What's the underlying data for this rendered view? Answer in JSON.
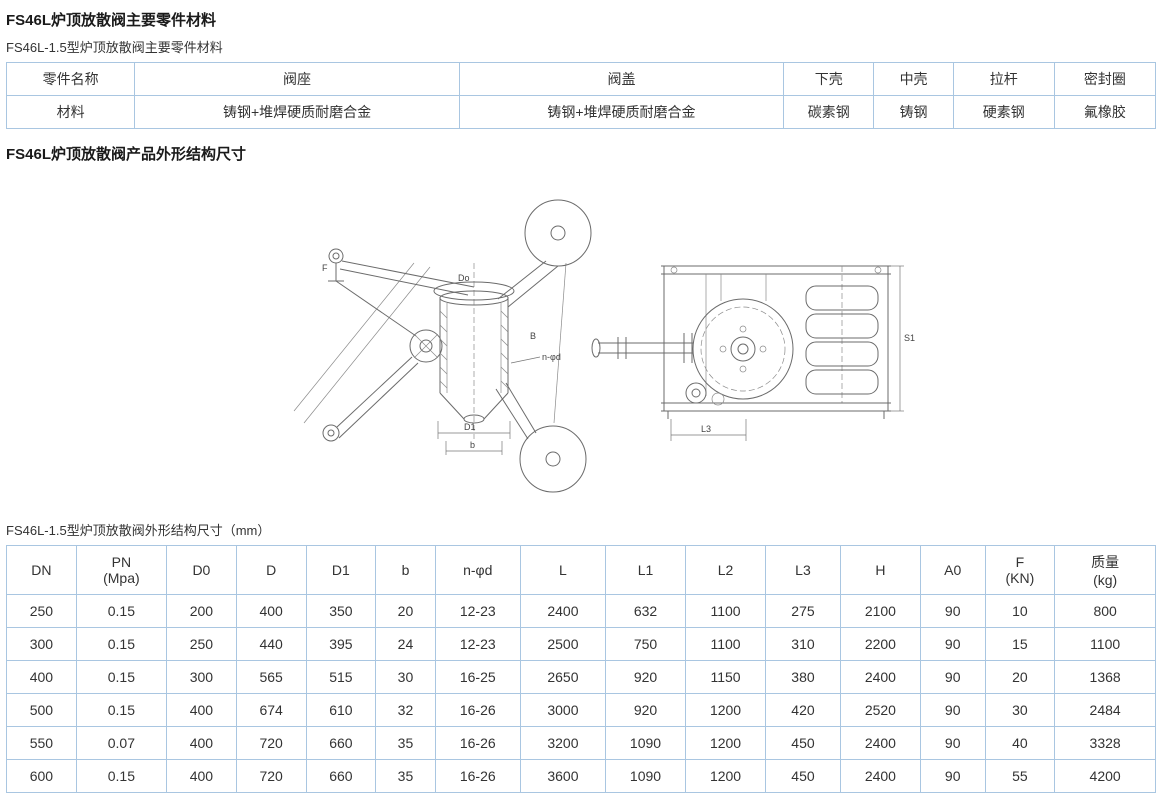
{
  "page": {
    "title1": "FS46L炉顶放散阀主要零件材料",
    "subtitle1": "FS46L-1.5型炉顶放散阀主要零件材料",
    "title2": "FS46L炉顶放散阀产品外形结构尺寸",
    "subtitle2": "FS46L-1.5型炉顶放散阀外形结构尺寸（mm）"
  },
  "materials_table": {
    "rows": [
      [
        "零件名称",
        "阀座",
        "阀盖",
        "下壳",
        "中壳",
        "拉杆",
        "密封圈"
      ],
      [
        "材料",
        "铸钢+堆焊硬质耐磨合金",
        "铸钢+堆焊硬质耐磨合金",
        "碳素钢",
        "铸钢",
        "硬素钢",
        "氟橡胶"
      ]
    ]
  },
  "dimensions_table": {
    "headers": [
      "DN",
      "PN\n(Mpa)",
      "D0",
      "D",
      "D1",
      "b",
      "n-φd",
      "L",
      "L1",
      "L2",
      "L3",
      "H",
      "A0",
      "F\n(KN)",
      "质量\n(kg)"
    ],
    "rows": [
      [
        "250",
        "0.15",
        "200",
        "400",
        "350",
        "20",
        "12-23",
        "2400",
        "632",
        "1100",
        "275",
        "2100",
        "90",
        "10",
        "800"
      ],
      [
        "300",
        "0.15",
        "250",
        "440",
        "395",
        "24",
        "12-23",
        "2500",
        "750",
        "1100",
        "310",
        "2200",
        "90",
        "15",
        "1100"
      ],
      [
        "400",
        "0.15",
        "300",
        "565",
        "515",
        "30",
        "16-25",
        "2650",
        "920",
        "1150",
        "380",
        "2400",
        "90",
        "20",
        "1368"
      ],
      [
        "500",
        "0.15",
        "400",
        "674",
        "610",
        "32",
        "16-26",
        "3000",
        "920",
        "1200",
        "420",
        "2520",
        "90",
        "30",
        "2484"
      ],
      [
        "550",
        "0.07",
        "400",
        "720",
        "660",
        "35",
        "16-26",
        "3200",
        "1090",
        "1200",
        "450",
        "2400",
        "90",
        "40",
        "3328"
      ],
      [
        "600",
        "0.15",
        "400",
        "720",
        "660",
        "35",
        "16-26",
        "3600",
        "1090",
        "1200",
        "450",
        "2400",
        "90",
        "55",
        "4200"
      ]
    ]
  },
  "drawing": {
    "labels": {
      "f": "F",
      "d0": "Do",
      "b_side": "B",
      "n_phi_d": "n-φd",
      "d1": "D1",
      "b_dim": "b",
      "l3": "L3",
      "s1": "S1"
    }
  }
}
